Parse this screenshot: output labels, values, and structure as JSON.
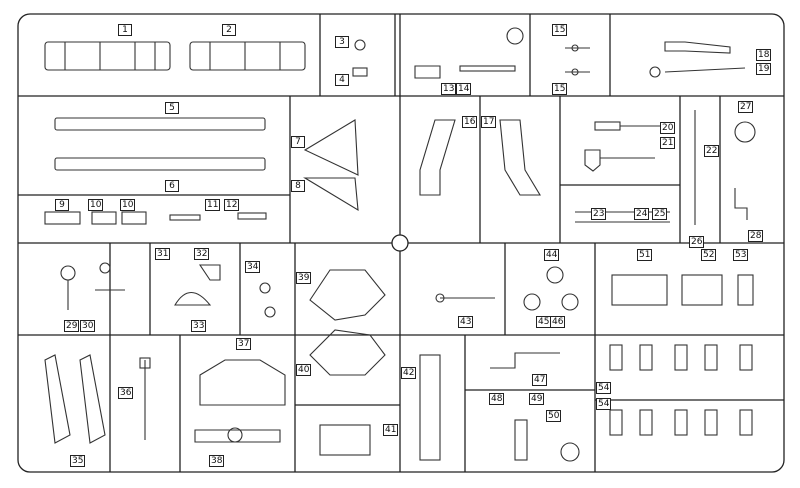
{
  "sheet": {
    "line_color": "#222222",
    "background": "#ffffff",
    "part_numbers": {
      "p1": "1",
      "p2": "2",
      "p3": "3",
      "p4": "4",
      "p5": "5",
      "p6": "6",
      "p7": "7",
      "p8": "8",
      "p9": "9",
      "p10a": "10",
      "p10b": "10",
      "p11": "11",
      "p12": "12",
      "p13": "13",
      "p14": "14",
      "p15a": "15",
      "p15b": "15",
      "p16": "16",
      "p17": "17",
      "p18": "18",
      "p19": "19",
      "p20": "20",
      "p21": "21",
      "p22": "22",
      "p23": "23",
      "p24": "24",
      "p25": "25",
      "p26": "26",
      "p27": "27",
      "p28": "28",
      "p29": "29",
      "p30": "30",
      "p31": "31",
      "p32": "32",
      "p33": "33",
      "p34": "34",
      "p35": "35",
      "p36": "36",
      "p37": "37",
      "p38": "38",
      "p39": "39",
      "p40": "40",
      "p41": "41",
      "p42": "42",
      "p43": "43",
      "p44": "44",
      "p45": "45",
      "p46": "46",
      "p47": "47",
      "p48": "48",
      "p49": "49",
      "p50": "50",
      "p51": "51",
      "p52": "52",
      "p53": "53",
      "p54a": "54",
      "p54b": "54"
    }
  }
}
